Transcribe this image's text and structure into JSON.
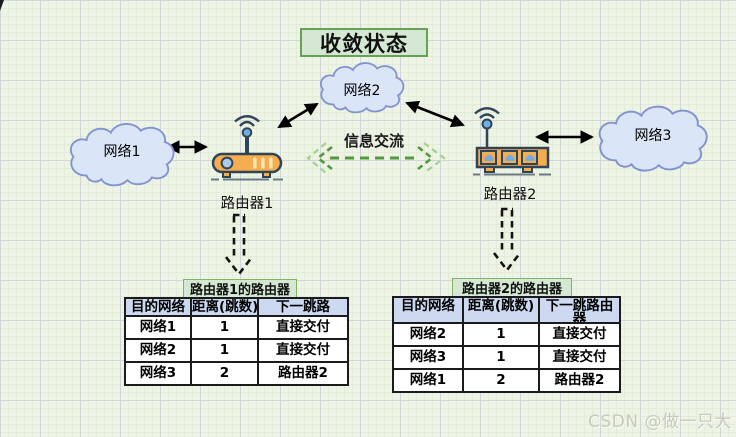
{
  "title": {
    "text": "收敛状态"
  },
  "diagram": {
    "networks": [
      {
        "label": "网络1"
      },
      {
        "label": "网络2"
      },
      {
        "label": "网络3"
      }
    ],
    "routers": [
      {
        "label": "路由器1"
      },
      {
        "label": "路由器2"
      }
    ],
    "exchange_label": "信息交流"
  },
  "tables": [
    {
      "title": "路由器1的路由器",
      "headers": [
        "目的网络",
        "距离(跳数)",
        "下一跳路"
      ],
      "rows": [
        [
          "网络1",
          "1",
          "直接交付"
        ],
        [
          "网络2",
          "1",
          "直接交付"
        ],
        [
          "网络3",
          "2",
          "路由器2"
        ]
      ]
    },
    {
      "title": "路由器2的路由器",
      "headers": [
        "目的网络",
        "距离(跳数)",
        "下一跳路由器"
      ],
      "rows": [
        [
          "网络2",
          "1",
          "直接交付"
        ],
        [
          "网络3",
          "1",
          "直接交付"
        ],
        [
          "网络1",
          "2",
          "路由器2"
        ]
      ]
    }
  ],
  "watermark": "CSDN @做一只大",
  "colors": {
    "green_box_fill": "#d5e8d4",
    "green_box_stroke": "#82b366",
    "cloud_fill": "#dbe5f8",
    "cloud_stroke": "#8293cf",
    "router_orange": "#f5ad52",
    "router_outline": "#2f4456",
    "table_header_blue": "#ccd9f1",
    "exchange_green": "#55993f",
    "arrow_black": "#000000"
  }
}
